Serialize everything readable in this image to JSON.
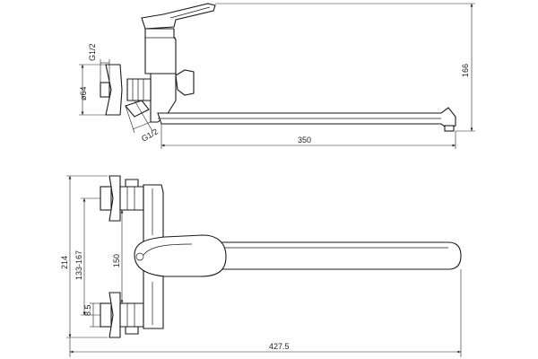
{
  "top_view": {
    "thread_top_label": "G1/2",
    "flange_diameter_label": "ø64",
    "thread_bottom_label": "G1/2",
    "spout_length_label": "350",
    "height_label": "166"
  },
  "front_view": {
    "overall_height_label": "214",
    "center_range_label": "133-167",
    "inner_height_label": "150",
    "nut_label": "8.5",
    "overall_length_label": "427.5"
  }
}
